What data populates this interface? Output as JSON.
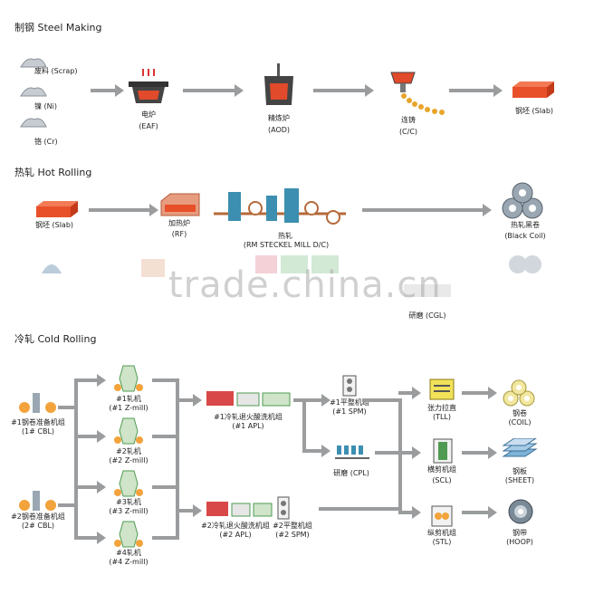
{
  "sections": {
    "steel": "制钢  Steel Making",
    "hot": "热轧  Hot Rolling",
    "cold": "冷轧  Cold Rolling"
  },
  "steel": {
    "scrap": "废料 (Scrap)",
    "ni": "镍 (Ni)",
    "cr": "铬 (Cr)",
    "eaf1": "电炉",
    "eaf2": "(EAF)",
    "aod1": "精炼炉",
    "aod2": "(AOD)",
    "cc1": "连铸",
    "cc2": "(C/C)",
    "slab": "钢坯 (Slab)"
  },
  "hot": {
    "slab": "钢坯 (Slab)",
    "rf1": "加热炉",
    "rf2": "(RF)",
    "mill1": "热轧",
    "mill2": "(RM  STECKEL MILL  D/C)",
    "coil1": "热轧黑卷",
    "coil2": "(Black Coil)",
    "cgl": "研磨 (CGL)"
  },
  "cold": {
    "cbl1a": "#1钢卷准备机组",
    "cbl1b": "(1# CBL)",
    "cbl2a": "#2钢卷准备机组",
    "cbl2b": "(2# CBL)",
    "z1a": "#1轧机",
    "z1b": "(#1 Z-mill)",
    "z2a": "#2轧机",
    "z2b": "(#2 Z-mill)",
    "z3a": "#3轧机",
    "z3b": "(#3 Z-mill)",
    "z4a": "#4轧机",
    "z4b": "(#4  Z-mill)",
    "apl1a": "#1冷轧退火酸洗机组",
    "apl1b": "(#1 APL)",
    "apl2a": "#2冷轧退火酸洗机组",
    "apl2b": "(#2 APL)",
    "spm1a": "#1平整机组",
    "spm1b": "(#1 SPM)",
    "spm2a": "#2平整机组",
    "spm2b": "(#2 SPM)",
    "cpl": "研磨  (CPL)",
    "tll1": "张力拉直",
    "tll2": "(TLL)",
    "scl1": "横剪机组",
    "scl2": "(SCL)",
    "stl1": "纵剪机组",
    "stl2": "(STL)",
    "coil1": "钢卷",
    "coil2": "(COIL)",
    "sheet1": "钢板",
    "sheet2": "(SHEET)",
    "hoop1": "钢带",
    "hoop2": "(HOOP)"
  },
  "watermark": "trade.china.cn",
  "colors": {
    "arrow": "#9a9c9e",
    "slab": "#e8502a",
    "coil": "#9aa7b2",
    "green": "#4f9b53",
    "red": "#d94848",
    "yellow": "#f2d33b"
  }
}
